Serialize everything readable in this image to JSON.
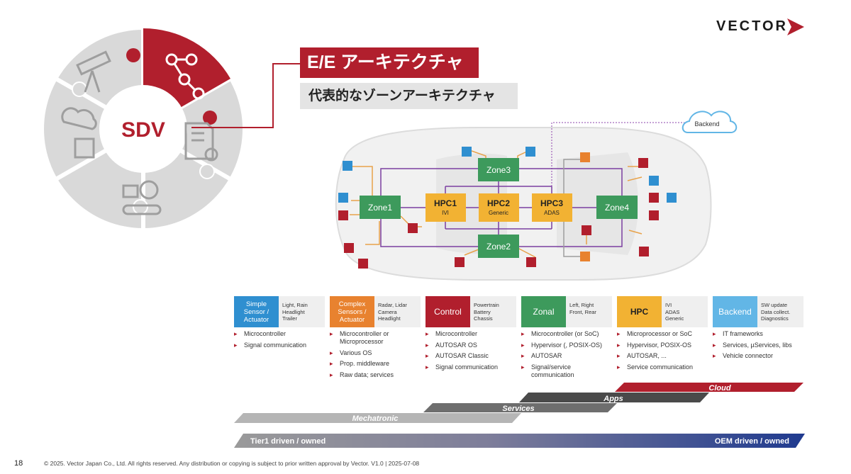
{
  "brand": {
    "logo_text": "VECTOR",
    "accent": "#b11f2d"
  },
  "wheel": {
    "center_label": "SDV"
  },
  "header": {
    "title": "E/E アーキテクチャ",
    "subtitle": "代表的なゾーンアーキテクチャ"
  },
  "diagram": {
    "cloud_label": "Backend",
    "zones": [
      "Zone1",
      "Zone2",
      "Zone3",
      "Zone4"
    ],
    "hpcs": [
      {
        "name": "HPC1",
        "sub": "IVI"
      },
      {
        "name": "HPC2",
        "sub": "Generic"
      },
      {
        "name": "HPC3",
        "sub": "ADAS"
      }
    ],
    "colors": {
      "zone": "#3d9a5c",
      "hpc": "#f2b233",
      "red_node": "#b11f2d",
      "blue_node": "#2f8fd0",
      "orange_node": "#e8822f"
    }
  },
  "categories": [
    {
      "head": "Simple\nSensor /\nActuator",
      "desc": "Light, Rain\nHeadlight\nTrailer",
      "color": "#2f8fd0",
      "bullets": [
        "Microcontroller",
        "Signal communication"
      ]
    },
    {
      "head": "Complex\nSensors /\nActuator",
      "desc": "Radar, Lidar\nCamera\nHeadlight",
      "color": "#e8822f",
      "bullets": [
        "Microcontroller or Microprocessor",
        "Various OS",
        "Prop. middleware",
        "Raw data; services"
      ]
    },
    {
      "head": "Control",
      "desc": "Powertrain\nBattery\nChassis",
      "color": "#b11f2d",
      "bullets": [
        "Microcontroller",
        "AUTOSAR OS",
        "AUTOSAR Classic",
        "Signal communication"
      ]
    },
    {
      "head": "Zonal",
      "desc": "Left, Right\nFront, Rear",
      "color": "#3d9a5c",
      "bullets": [
        "Microcontroller (or SoC)",
        "Hypervisor (, POSIX-OS)",
        "AUTOSAR",
        "Signal/service communication"
      ]
    },
    {
      "head": "HPC",
      "desc": "IVI\nADAS\nGeneric",
      "color": "#f2b233",
      "bullets": [
        "Microprocessor or SoC",
        "Hypervisor, POSIX-OS",
        "AUTOSAR, ...",
        "Service communication"
      ]
    },
    {
      "head": "Backend",
      "desc": "SW update\nData collect.\nDiagnostics",
      "color": "#2f8fd0",
      "bullets": [
        "IT frameworks",
        "Services, µServices, libs",
        "Vehicle connector"
      ]
    }
  ],
  "bands": {
    "cloud": "Cloud",
    "apps": "Apps",
    "services": "Services",
    "mechatronic": "Mechatronic"
  },
  "ownership": {
    "left": "Tier1 driven / owned",
    "right": "OEM driven / owned"
  },
  "footer": {
    "page": "18",
    "copyright": "© 2025. Vector Japan Co., Ltd. All rights reserved. Any distribution or copying is subject to prior written approval by Vector. V1.0 | 2025-07-08"
  }
}
